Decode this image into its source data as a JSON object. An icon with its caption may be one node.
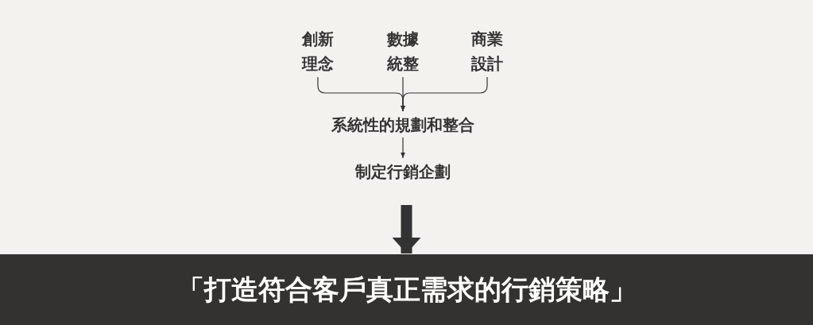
{
  "diagram": {
    "nodes": [
      {
        "text": [
          "創新理念"
        ]
      },
      {
        "text": [
          "數據統整"
        ]
      },
      {
        "text": [
          "商業設計"
        ]
      },
      {
        "text": [
          "系統性的規劃和整合"
        ]
      },
      {
        "text": [
          "制定行銷企劃"
        ]
      },
      {
        "text": [
          "「打造符合客戶真正需求的行銷策略」"
        ]
      }
    ],
    "edges": [
      {
        "from": 0,
        "to": 3,
        "arrow": "to"
      },
      {
        "from": 1,
        "to": 3,
        "arrow": "to"
      },
      {
        "from": 2,
        "to": 3,
        "arrow": "to"
      },
      {
        "from": 3,
        "to": 4,
        "arrow": "to"
      },
      {
        "from": 4,
        "to": 5,
        "arrow": "to",
        "style": "thick"
      }
    ]
  }
}
